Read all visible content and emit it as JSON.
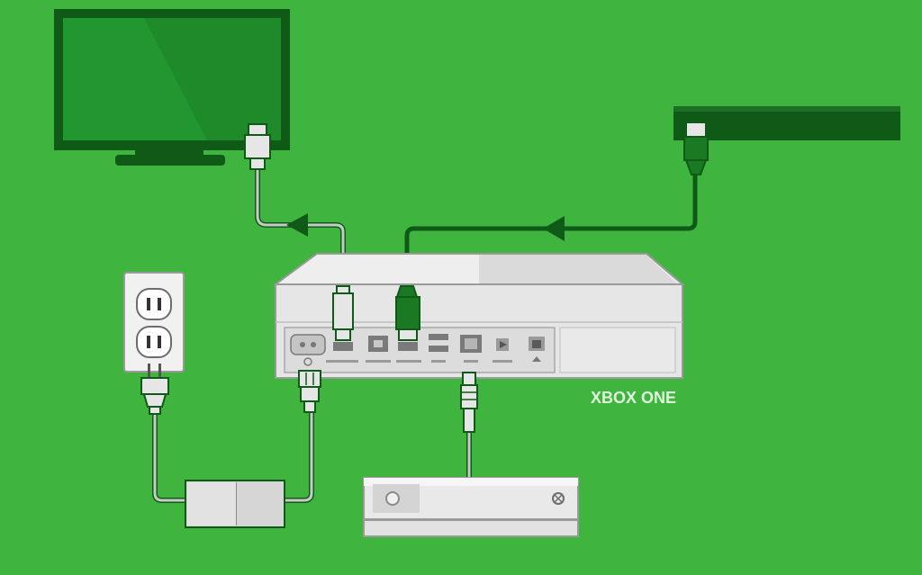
{
  "diagram": {
    "brand_label": "XBOX ONE",
    "colors": {
      "background": "#3fb53f",
      "dark_green": "#0e5a16",
      "device_gray": "#e6e6e6",
      "outline_gray": "#9a9a9a",
      "cable_gray": "#c9c9c9"
    },
    "components": [
      "tv",
      "cable-set-top-box",
      "power-outlet",
      "power-brick",
      "xbox-one-console",
      "kinect-sensor"
    ],
    "connections": [
      {
        "from": "xbox-one-console",
        "to": "tv",
        "cable": "hdmi-out"
      },
      {
        "from": "cable-set-top-box",
        "to": "xbox-one-console",
        "cable": "hdmi-in"
      },
      {
        "from": "power-outlet",
        "to": "power-brick",
        "cable": "ac-power"
      },
      {
        "from": "power-brick",
        "to": "xbox-one-console",
        "cable": "dc-power"
      },
      {
        "from": "kinect-sensor",
        "to": "xbox-one-console",
        "cable": "kinect"
      }
    ]
  }
}
